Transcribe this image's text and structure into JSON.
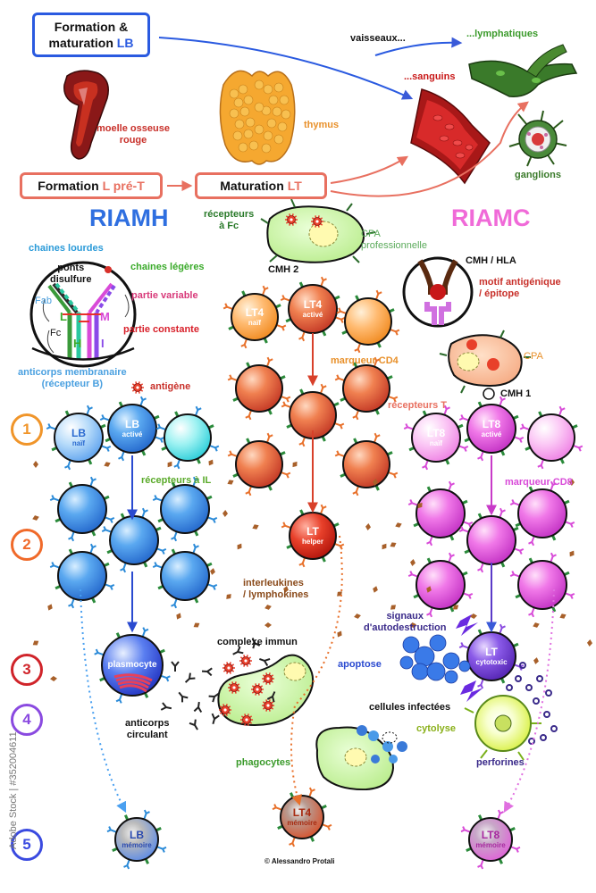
{
  "headers": {
    "formation_lb_1": "Formation &",
    "formation_lb_2": "maturation ",
    "formation_lb_3": "LB",
    "formation_lpret_1": "Formation ",
    "formation_lpret_2": "L pré-T",
    "maturation_lt_1": "Maturation ",
    "maturation_lt_2": "LT"
  },
  "organs": {
    "moelle": "moelle osseuse\nrouge",
    "thymus": "thymus",
    "vaisseaux": "vaisseaux...",
    "lymphatiques": "...lymphatiques",
    "sanguins": "...sanguins",
    "ganglions": "ganglions"
  },
  "sections": {
    "riamh": "RIAMH",
    "riamc": "RIAMC"
  },
  "antibody": {
    "chaines_lourdes": "chaines lourdes",
    "ponts_disulfure": "ponts\ndisulfure",
    "chaines_legeres": "chaines légères",
    "fab": "Fab",
    "partie_variable": "partie variable",
    "partie_constante": "partie constante",
    "fc": "Fc",
    "L": "L",
    "H": "H",
    "M": "M",
    "I": "I",
    "membranaire": "anticorps membranaire\n(récepteur B)",
    "antigene": "antigène"
  },
  "cma": {
    "recepteurs_fc": "récepteurs\nà Fc",
    "cpa_pro": "CPA\nprofessionnelle",
    "cmh2": "CMH 2",
    "cmh_hla": "CMH / HLA",
    "motif": "motif antigénique\n/ épitope",
    "cpa": "CPA",
    "cmh1": "CMH 1"
  },
  "cells": {
    "lb": "LB",
    "naif": "naïf",
    "active": "activé",
    "lt4": "LT4",
    "lt8": "LT8",
    "lt": "LT",
    "helper": "helper",
    "cytotoxic": "cytotoxic",
    "plasmocyte": "plasmocyte",
    "memoire": "mémoire"
  },
  "annotations": {
    "marqueur_cd4": "marqueur CD4",
    "recepteurs_t": "récepteurs T",
    "recepteurs_il": "récepteurs à IL",
    "marqueur_cd8": "marqueur CD8",
    "interleukines": "interleukines\n/ lymphokines",
    "signaux": "signaux\nd'autodestruction",
    "apoptose": "apoptose",
    "complexe_immun": "complexe immun",
    "anticorps_circulant": "anticorps\ncirculant",
    "cellules_infectees": "cellules infectées",
    "cytolyse": "cytolyse",
    "phagocytes": "phagocytes",
    "perforines": "perforines",
    "copyright": "© Alessandro Protali"
  },
  "steps": [
    "1",
    "2",
    "3",
    "4",
    "5"
  ],
  "watermark": "Adobe Stock | #352004611",
  "colors": {
    "lb_blue": "#3a8fe6",
    "lt4_orange": "#e2623a",
    "lt8_pink": "#e85ad8",
    "riamh": "#2f6fe0",
    "riamc": "#f06ad8",
    "step1": "#f0952a",
    "step2": "#f06a2a",
    "step3": "#d0242a",
    "step4": "#8a4ae0",
    "step5": "#3a4ae0"
  }
}
